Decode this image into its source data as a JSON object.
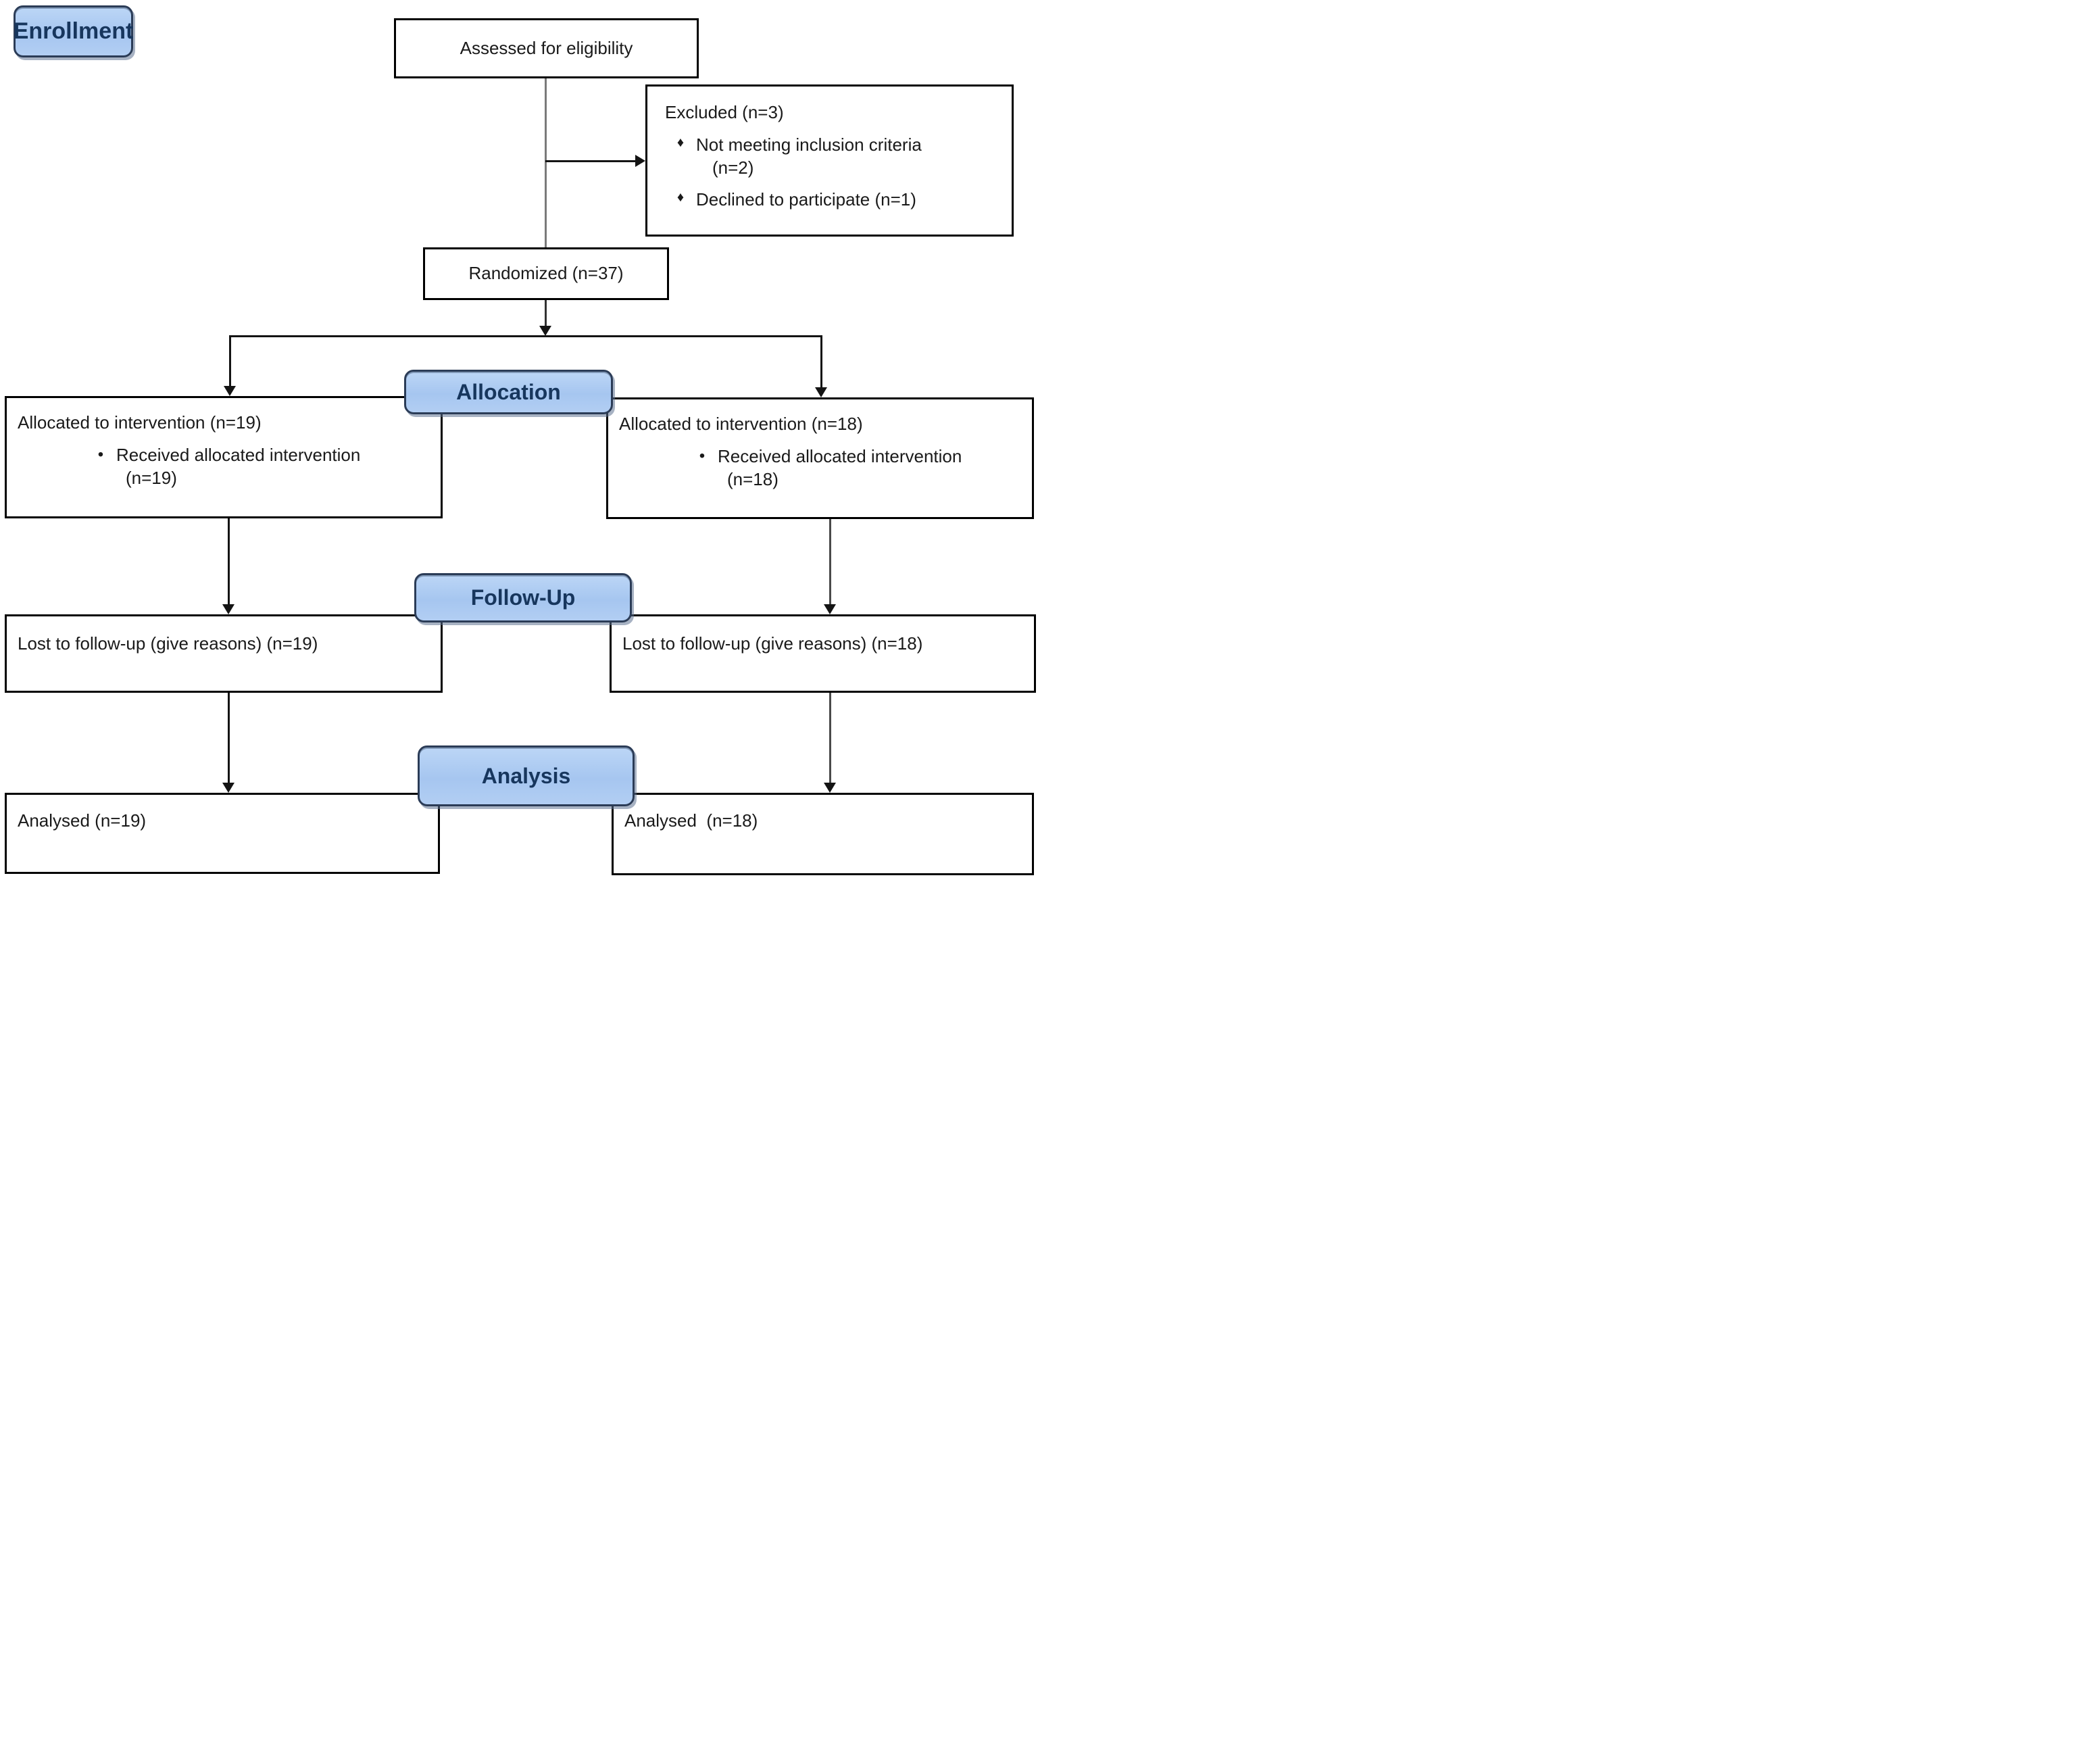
{
  "diagram": {
    "title_semantic": "CONSORT participant flow diagram",
    "stages": {
      "enrollment": "Enrollment",
      "allocation": "Allocation",
      "followup": "Follow-Up",
      "analysis": "Analysis"
    },
    "boxes": {
      "assessed": {
        "text": "Assessed for eligibility"
      },
      "excluded": {
        "title": "Excluded (n=3)",
        "bullet1_line1": "Not meeting inclusion criteria",
        "bullet1_line2": "(n=2)",
        "bullet2": "Declined to participate (n=1)"
      },
      "randomized": {
        "text": "Randomized (n=37)"
      },
      "alloc_left": {
        "line1": "Allocated to intervention (n=19)",
        "bullet_line1": "Received allocated intervention",
        "bullet_line2": "(n=19)"
      },
      "alloc_right": {
        "line1": "Allocated to intervention (n=18)",
        "bullet_line1": "Received allocated intervention",
        "bullet_line2": "(n=18)"
      },
      "followup_left": {
        "text": "Lost to follow-up (give reasons) (n=19)"
      },
      "followup_right": {
        "text": "Lost to follow-up (give reasons) (n=18)"
      },
      "analysed_left": {
        "text": "Analysed (n=19)"
      },
      "analysed_right": {
        "text": "Analysed  (n=18)"
      }
    },
    "glyphs": {
      "round_bullet": "•",
      "diamond_bullet": "♦"
    },
    "colors": {
      "stage_fill": "#aecbf2",
      "stage_border": "#2b3c57",
      "stage_text": "#17365d",
      "box_border": "#000000",
      "connector_dark": "#141414",
      "connector_gray": "#7a7a7a"
    }
  }
}
